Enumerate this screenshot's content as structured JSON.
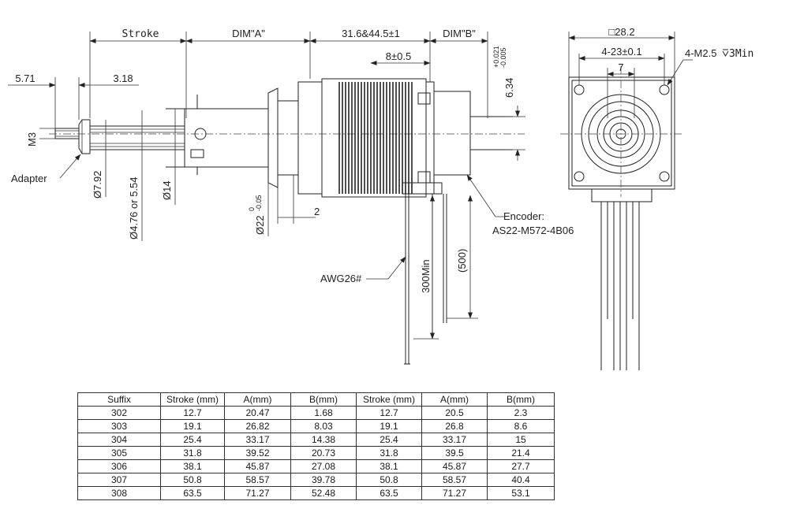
{
  "dimensions": {
    "stroke": "Stroke",
    "dim_a": "DIM\"A\"",
    "body_len": "31.6&44.5±1",
    "dim_b": "DIM\"B\"",
    "d_571": "5.71",
    "d_318": "3.18",
    "d_8": "8±0.5",
    "d_634": "6.34",
    "d_634_tol_upper": "+0.021",
    "d_634_tol_lower": "-0.005",
    "m3": "M3",
    "adapter": "Adapter",
    "d_792": "Ø7.92",
    "d_476": "Ø4.76 or 5.54",
    "d_14": "Ø14",
    "d_22": "Ø22",
    "d_22_tol_upper": "0",
    "d_22_tol_lower": "-0.05",
    "d_2": "2",
    "encoder_line1": "Encoder:",
    "encoder_line2": "AS22-M572-4B06",
    "awg": "AWG26#",
    "lead_300": "300Min",
    "lead_500": "(500)",
    "square": "□28.2",
    "holes": "4-23±0.1",
    "d_7": "7",
    "thread": "4-M2.5",
    "thread_depth": "3Min"
  },
  "table": {
    "headers": [
      "Suffix",
      "Stroke (mm)",
      "A(mm)",
      "B(mm)",
      "Stroke (mm)",
      "A(mm)",
      "B(mm)"
    ],
    "rows": [
      [
        "302",
        "12.7",
        "20.47",
        "1.68",
        "12.7",
        "20.5",
        "2.3"
      ],
      [
        "303",
        "19.1",
        "26.82",
        "8.03",
        "19.1",
        "26.8",
        "8.6"
      ],
      [
        "304",
        "25.4",
        "33.17",
        "14.38",
        "25.4",
        "33.17",
        "15"
      ],
      [
        "305",
        "31.8",
        "39.52",
        "20.73",
        "31.8",
        "39.5",
        "21.4"
      ],
      [
        "306",
        "38.1",
        "45.87",
        "27.08",
        "38.1",
        "45.87",
        "27.7"
      ],
      [
        "307",
        "50.8",
        "58.57",
        "39.78",
        "50.8",
        "58.57",
        "40.4"
      ],
      [
        "308",
        "63.5",
        "71.27",
        "52.48",
        "63.5",
        "71.27",
        "53.1"
      ]
    ]
  }
}
